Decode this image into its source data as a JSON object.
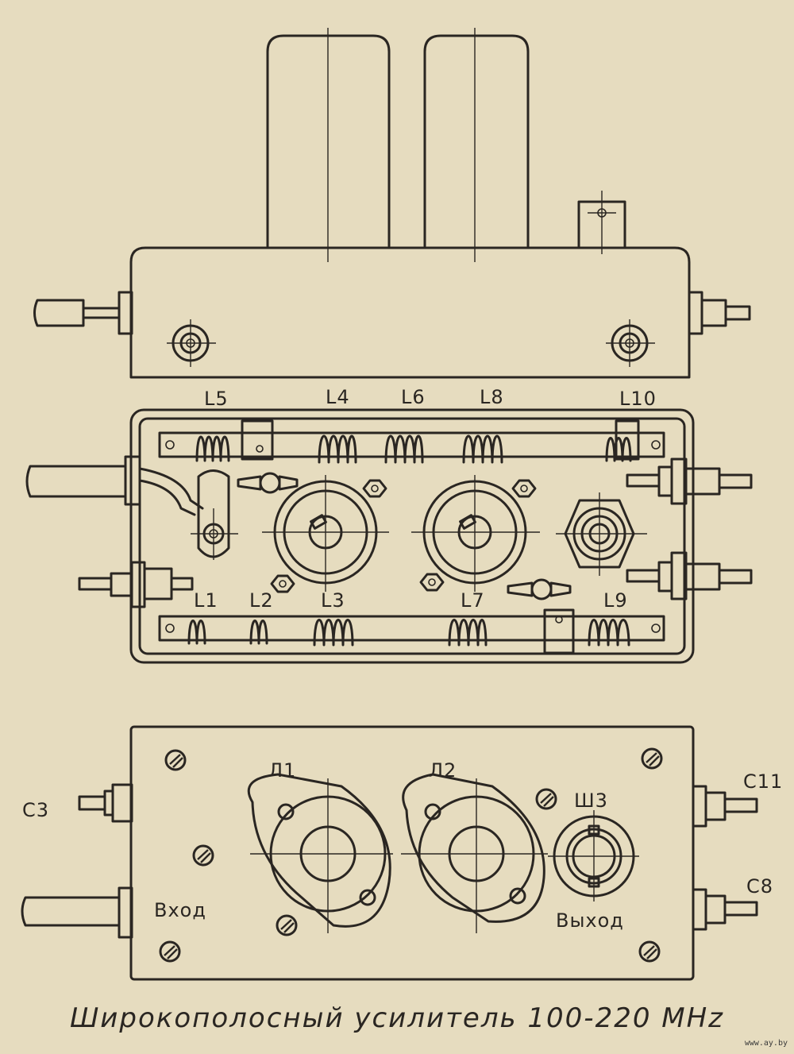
{
  "caption": "Широкополосный усилитель 100-220 MHz",
  "watermark": "www.ay.by",
  "coil_labels": [
    "L5",
    "L4",
    "L6",
    "L8",
    "L10",
    "L1",
    "L2",
    "L3",
    "L7",
    "L9"
  ],
  "bottom_view": {
    "tube_1": "Л1",
    "tube_2": "Л2",
    "connector": "Ш3",
    "cap_left": "C3",
    "cap_right_top": "C11",
    "cap_right_bottom": "C8",
    "input": "Вход",
    "output": "Выход"
  }
}
